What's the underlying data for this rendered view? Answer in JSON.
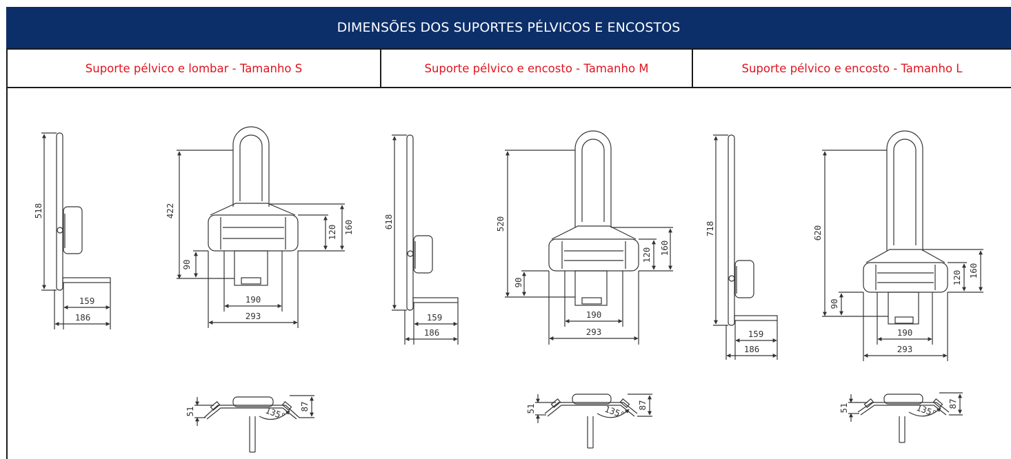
{
  "header": {
    "title": "DIMENSÕES DOS SUPORTES PÉLVICOS E ENCOSTOS"
  },
  "columns": [
    {
      "label": "Suporte pélvico e lombar - Tamanho S",
      "side_view": {
        "height": "518",
        "inner": "159",
        "outer": "186"
      },
      "front_view": {
        "height": "422",
        "pad_h": "120",
        "pad_total": "160",
        "low": "90",
        "inner_w": "190",
        "outer_w": "293"
      },
      "top_view": {
        "depth": "51",
        "width": "87",
        "angle": "135°"
      }
    },
    {
      "label": "Suporte pélvico e encosto - Tamanho M",
      "side_view": {
        "height": "618",
        "inner": "159",
        "outer": "186"
      },
      "front_view": {
        "height": "520",
        "pad_h": "120",
        "pad_total": "160",
        "low": "90",
        "inner_w": "190",
        "outer_w": "293"
      },
      "top_view": {
        "depth": "51",
        "width": "87",
        "angle": "135°"
      }
    },
    {
      "label": "Suporte pélvico e encosto - Tamanho L",
      "side_view": {
        "height": "718",
        "inner": "159",
        "outer": "186"
      },
      "front_view": {
        "height": "620",
        "pad_h": "120",
        "pad_total": "160",
        "low": "90",
        "inner_w": "190",
        "outer_w": "293"
      },
      "top_view": {
        "depth": "51",
        "width": "87",
        "angle": "135°"
      }
    }
  ],
  "colors": {
    "banner": "#0c2f6a",
    "label_red": "#e0141e",
    "line": "#333333"
  }
}
